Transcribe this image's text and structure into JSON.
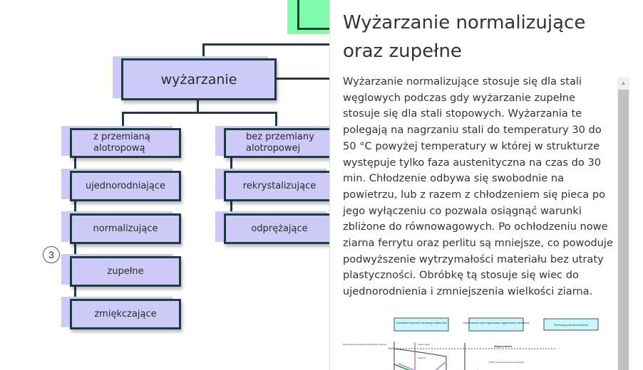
{
  "diagram": {
    "root": "wyżarzanie",
    "branches": [
      {
        "label": "z przemianą alotropową",
        "children": [
          "ujednorodniające",
          "normalizujące",
          "zupełne",
          "zmiękczające"
        ]
      },
      {
        "label": "bez przemiany alotropowej",
        "children": [
          "rekrystalizujące",
          "odprężające"
        ]
      }
    ],
    "marker": "3",
    "colors": {
      "node": "#cdcaf8",
      "border": "#1f3a44",
      "top_node": "#7ffcaa"
    }
  },
  "panel": {
    "title": "Wyżarzanie normalizujące oraz zupełne",
    "body": "Wyżarzanie normalizujące stosuje się dla stali węglowych podczas gdy wyżarzanie zupełne stosuje się dla stali stopowych. Wyżarzania te polegają na nagrzaniu stali do temperatury 30 do 50 °C powyżej temperatury w której w strukturze występuje tylko faza austenityczna na czas do 30 min. Chłodzenie odbywa się swobodnie na powietrzu, lub z razem z chłodzeniem się pieca po jego wyłączeniu co pozwala osiągnąć warunki zbliżone do równowagowych. Po ochłodzeniu nowe ziarna ferrytu oraz perlitu są mniejsze, co powoduje podwyższenie wytrzymałości materiału bez utraty plastyczności. Obróbkę tą stosuje się wiec do ujednorodnienia i zmniejszenia wielkości ziarna.",
    "figure": {
      "boxes": [
        "Określenie temperatur dla danego składu stali",
        "Zaplanowanie cyklu nagrzewania, wygrzewania, chłodzenia",
        "Przemiany podczas chłodzenia"
      ],
      "labels": {
        "liquid": "Ciekły metal",
        "austenite": "Austenit",
        "soak": "Wygrzewanie",
        "temp": "1500",
        "range": "Zakres temperatur wyżarzania normalizującego i zupełnego",
        "above": "30-50°C powyżej temperatury austenityzacji"
      }
    }
  }
}
